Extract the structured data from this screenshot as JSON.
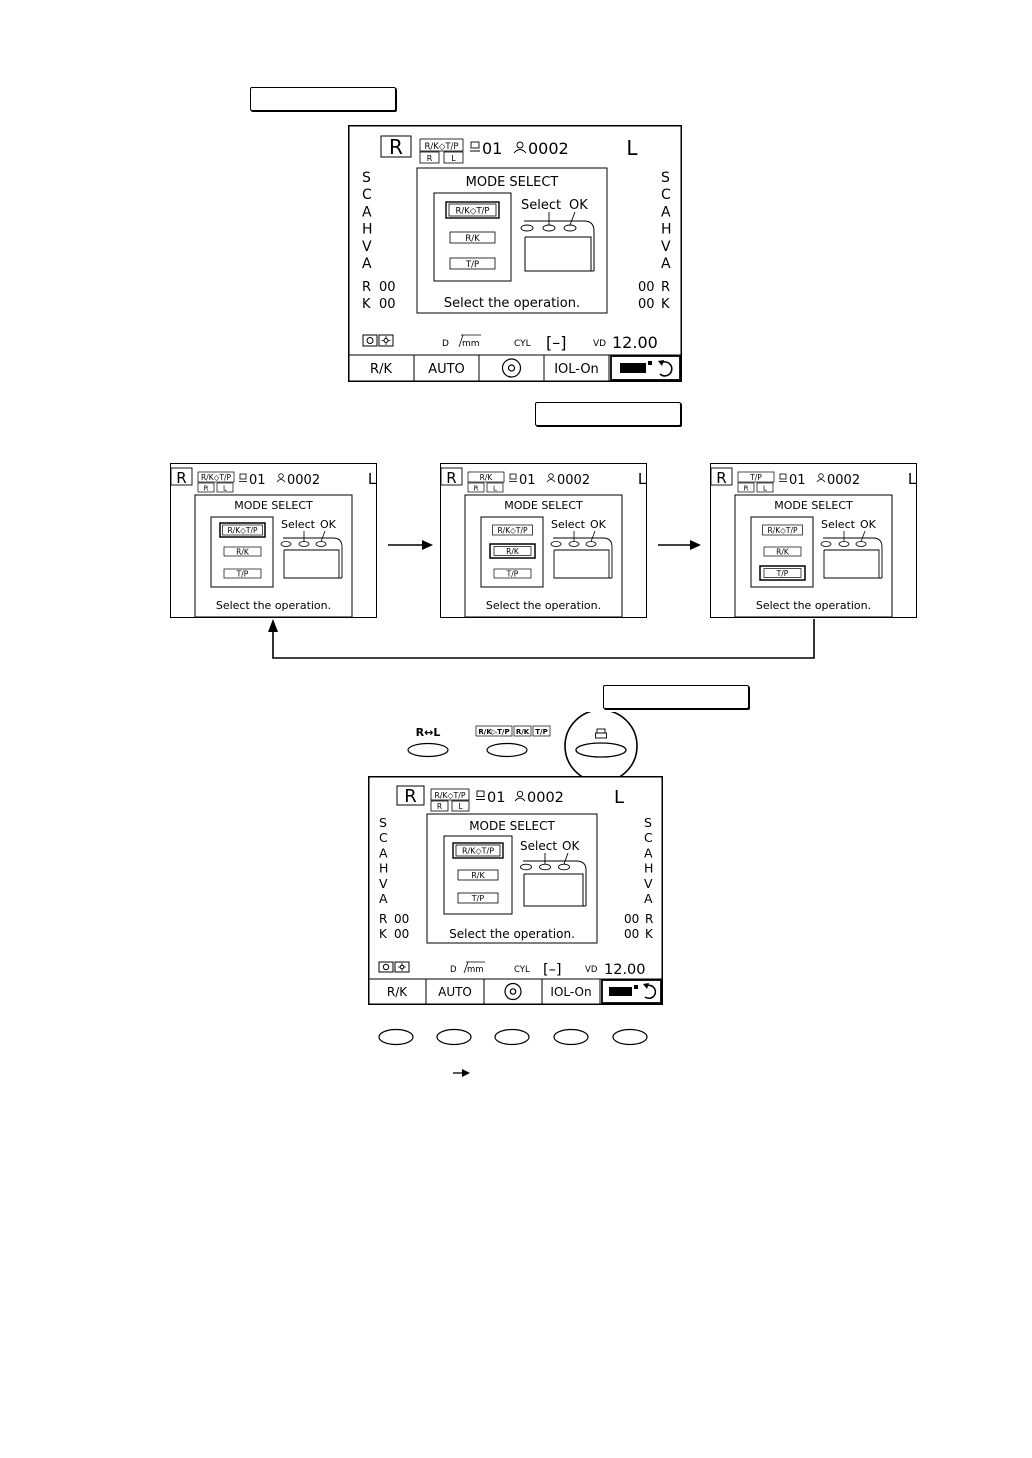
{
  "screen": {
    "eye_right": "R",
    "eye_left": "L",
    "mode_badge": "R/K◇T/P",
    "rl_r": "R",
    "rl_l": "L",
    "machine_no": "01",
    "patient_no": "0002",
    "left_letters": [
      "S",
      "C",
      "A",
      "H",
      "V",
      "A"
    ],
    "right_letters": [
      "S",
      "C",
      "A",
      "H",
      "V",
      "A"
    ],
    "r_label": "R",
    "k_label": "K",
    "r_value": "00",
    "k_value": "00",
    "d_label": "D",
    "mm_label": "mm",
    "cyl_label": "CYL",
    "cyl_value": "[–]",
    "vd_label": "VD",
    "vd_value": "12.00",
    "softkeys": [
      "R/K",
      "AUTO",
      "",
      "IOL-On",
      ""
    ]
  },
  "dialog": {
    "title": "MODE SELECT",
    "options": [
      "R/K◇T/P",
      "R/K",
      "T/P"
    ],
    "select_label": "Select",
    "ok_label": "OK",
    "instruction": "Select the operation."
  },
  "mini_badges": [
    "R/K◇T/P",
    "R/K",
    "T/P"
  ],
  "top_keys": {
    "rl_key": "R↔L",
    "mode_key_labels": [
      "R/K▷T/P",
      "R/K",
      "T/P"
    ]
  }
}
